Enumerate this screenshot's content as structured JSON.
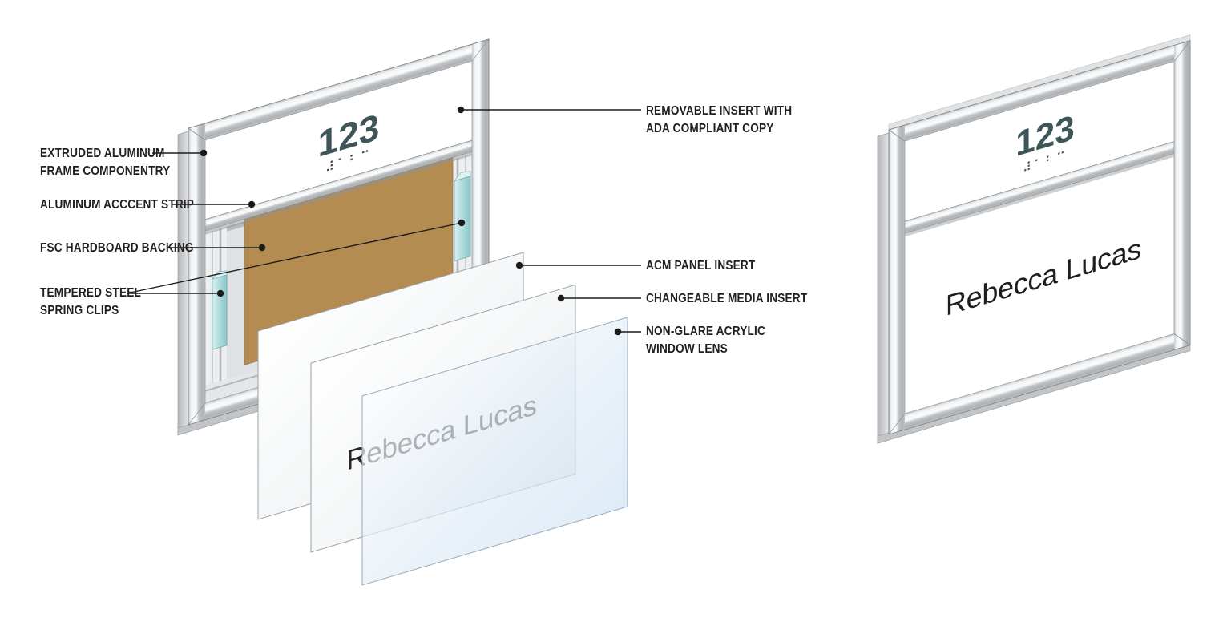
{
  "diagram": {
    "exploded_view": {
      "room_number": "123",
      "braille": "⠼⠁⠃⠉",
      "occupant_name": "Rebecca Lucas"
    },
    "assembled_view": {
      "room_number": "123",
      "braille": "⠼⠁⠃⠉",
      "occupant_name": "Rebecca Lucas"
    },
    "labels_left": [
      {
        "text": "EXTRUDED ALUMINUM\nFRAME COMPONENTRY"
      },
      {
        "text": "ALUMINUM ACCCENT STRIP"
      },
      {
        "text": "FSC HARDBOARD BACKING"
      },
      {
        "text": "TEMPERED STEEL\nSPRING CLIPS"
      }
    ],
    "labels_right": [
      {
        "text": "REMOVABLE INSERT WITH\nADA COMPLIANT COPY"
      },
      {
        "text": "ACM PANEL INSERT"
      },
      {
        "text": "CHANGEABLE MEDIA INSERT"
      },
      {
        "text": "NON-GLARE ACRYLIC\nWINDOW LENS"
      }
    ],
    "colors": {
      "room_number": "#3E565A",
      "occupant_name": "#262626",
      "label_text": "#231F20",
      "leader_line": "#1B1B1B",
      "hardboard": "#B48C51",
      "spring_clip": "#A9D9DA",
      "lens_tint": "#D3E3F2",
      "metal_light": "#F5F6F7",
      "metal_dark": "#A9ADB0"
    }
  }
}
